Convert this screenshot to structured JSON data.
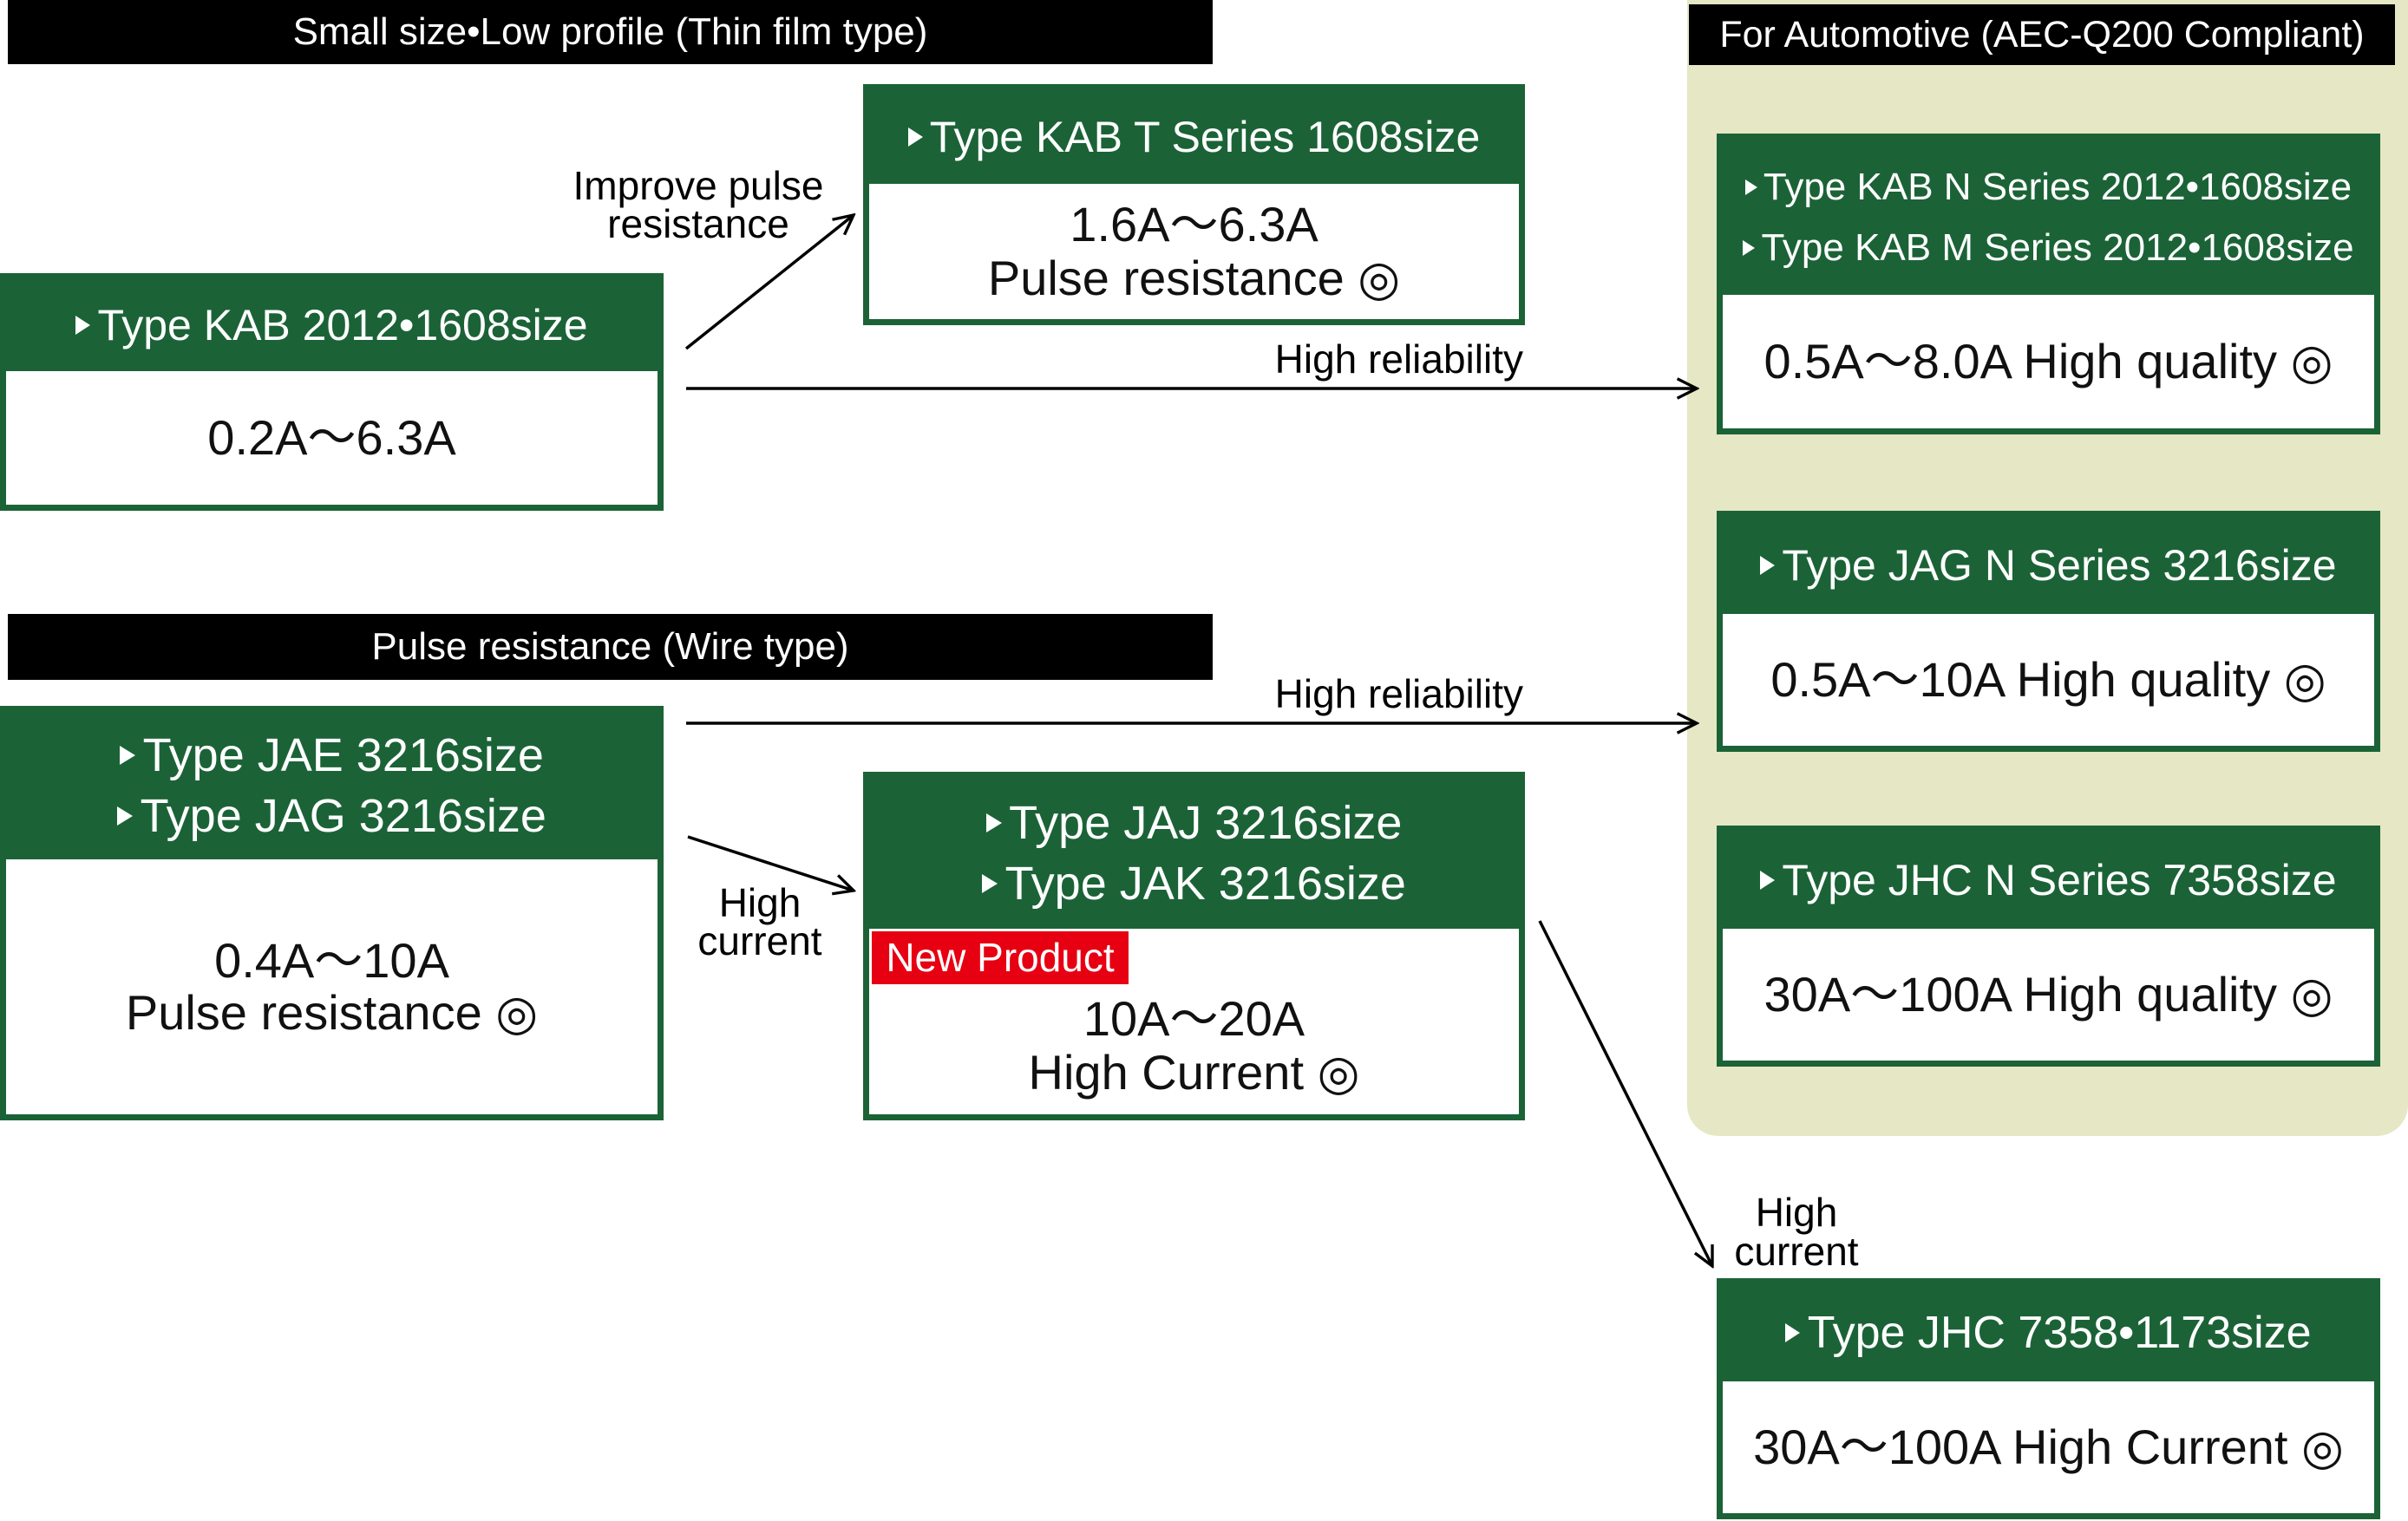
{
  "sections": {
    "thin_film_title": "Small size•Low profile (Thin film type)",
    "wire_title": "Pulse resistance (Wire type)",
    "automotive_title": "For Automotive (AEC-Q200 Compliant)"
  },
  "products": {
    "kab": {
      "names": [
        "Type KAB 2012•1608size"
      ],
      "specs": [
        "0.2A～6.3A"
      ]
    },
    "kab_t": {
      "names": [
        "Type KAB T Series 1608size"
      ],
      "specs": [
        "1.6A～6.3A",
        "Pulse resistance ◎"
      ]
    },
    "kab_n_m": {
      "names": [
        "Type KAB N Series 2012•1608size",
        "Type KAB M Series 2012•1608size"
      ],
      "specs": [
        "0.5A～8.0A High quality ◎"
      ]
    },
    "jag_n": {
      "names": [
        "Type JAG N Series 3216size"
      ],
      "specs": [
        "0.5A～10A High quality ◎"
      ]
    },
    "jhc_n": {
      "names": [
        "Type JHC N Series 7358size"
      ],
      "specs": [
        "30A～100A High quality ◎"
      ]
    },
    "jae_jag": {
      "names": [
        "Type JAE 3216size",
        "Type JAG 3216size"
      ],
      "specs": [
        "0.4A～10A",
        "Pulse resistance ◎"
      ]
    },
    "jaj_jak": {
      "names": [
        "Type JAJ 3216size",
        "Type JAK 3216size"
      ],
      "badge": "New Product",
      "specs": [
        "10A～20A",
        "High Current ◎"
      ]
    },
    "jhc": {
      "names": [
        "Type JHC 7358•1173size"
      ],
      "specs": [
        "30A～100A High Current ◎"
      ]
    }
  },
  "transitions": {
    "improve_pulse": [
      "Improve pulse",
      "resistance"
    ],
    "high_reliability_thin_film": "High reliability",
    "high_reliability_wire": "High reliability",
    "high_current_wire": [
      "High",
      "current"
    ],
    "high_current_automotive": [
      "High",
      "current"
    ]
  },
  "colors": {
    "product_green": "#1b6337",
    "section_bar": "#000000",
    "automotive_panel": "#e6e7c4",
    "new_badge": "#e60012",
    "box_body": "#ffffff"
  },
  "icons": {
    "product_bullet": "right-triangle-icon",
    "transition_arrow": "arrow-icon"
  }
}
